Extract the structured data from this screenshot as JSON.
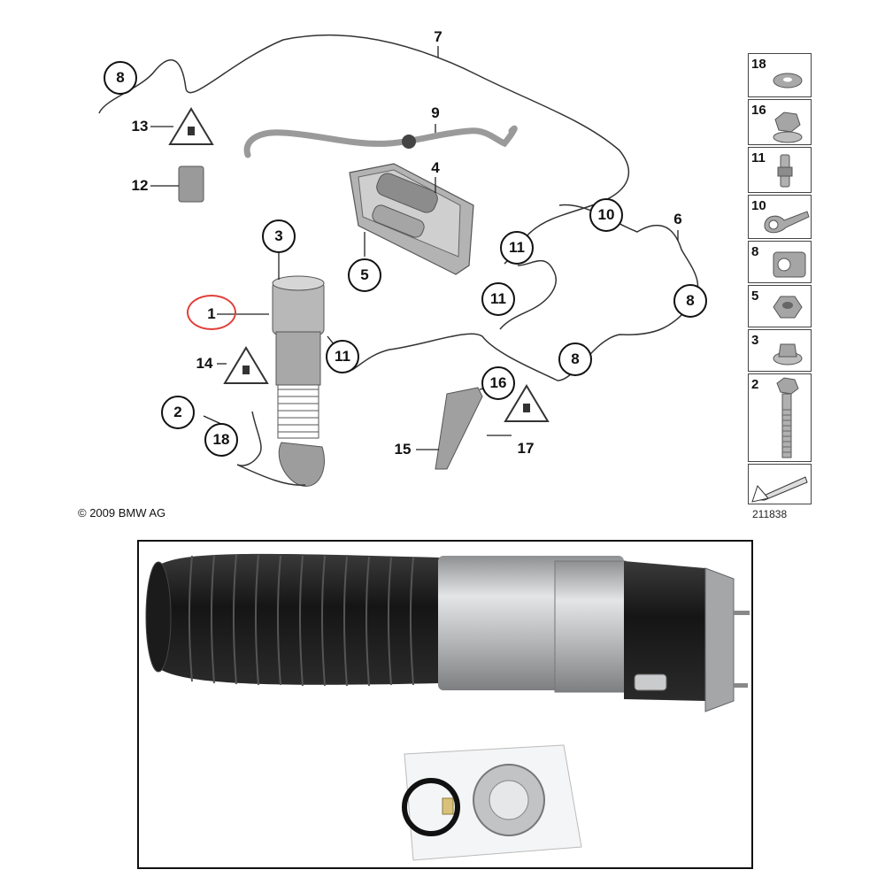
{
  "diagram": {
    "copyright": "© 2009 BMW AG",
    "drawing_number": "211838",
    "callouts": {
      "c8a": "8",
      "c8b": "8",
      "c8c": "8",
      "c10": "10",
      "c11a": "11",
      "c11b": "11",
      "c11c": "11",
      "c3": "3",
      "c5": "5",
      "c2": "2",
      "c18": "18",
      "c16": "16"
    },
    "plain_labels": {
      "p7": "7",
      "p9": "9",
      "p4": "4",
      "p6": "6",
      "p13": "13",
      "p12": "12",
      "p1": "1",
      "p14": "14",
      "p15": "15",
      "p17": "17"
    }
  },
  "legend": {
    "items": [
      "18",
      "16",
      "11",
      "10",
      "8",
      "5",
      "3",
      "2"
    ]
  },
  "colors": {
    "line": "#222222",
    "part_gray": "#9a9a9a",
    "highlight_ring": "#e0403a",
    "bellows_black": "#1e1e1e",
    "silver": "#c4c6c8"
  }
}
